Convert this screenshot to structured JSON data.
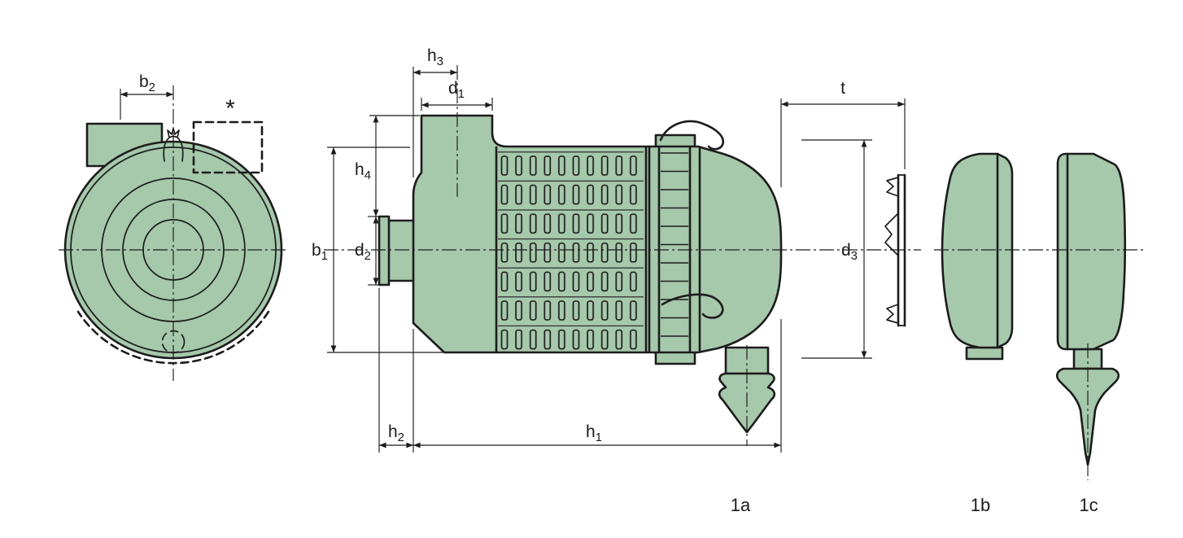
{
  "drawing": {
    "dimensions": {
      "b2": {
        "base": "b",
        "sub": "2"
      },
      "h3": {
        "base": "h",
        "sub": "3"
      },
      "d1": {
        "base": "d",
        "sub": "1"
      },
      "h4": {
        "base": "h",
        "sub": "4"
      },
      "b1": {
        "base": "b",
        "sub": "1"
      },
      "d2": {
        "base": "d",
        "sub": "2"
      },
      "h2": {
        "base": "h",
        "sub": "2"
      },
      "h1": {
        "base": "h",
        "sub": "1"
      },
      "t": {
        "base": "t",
        "sub": ""
      },
      "d3": {
        "base": "d",
        "sub": "3"
      }
    },
    "annotations": {
      "asterisk": "*"
    },
    "part_labels": {
      "a": "1a",
      "b": "1b",
      "c": "1c"
    },
    "colors": {
      "body_fill": "#a6c8ab",
      "outline": "#1c1c1c",
      "background": "#ffffff"
    }
  }
}
